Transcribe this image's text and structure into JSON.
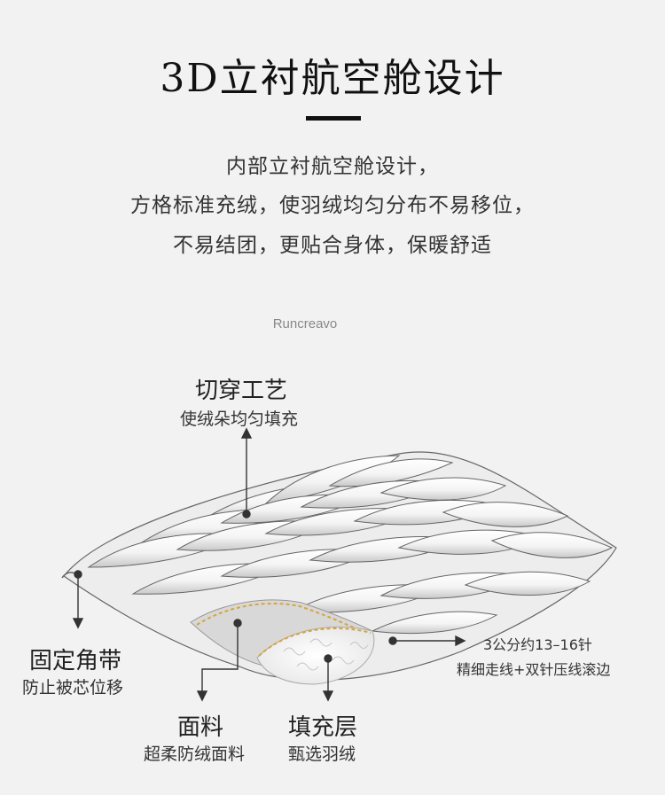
{
  "header": {
    "title": "3D立衬航空舱设计"
  },
  "intro": {
    "lines": [
      "内部立衬航空舱设计，",
      "方格标准充绒，使羽绒均匀分布不易移位，",
      "不易结团，更贴合身体，保暖舒适"
    ]
  },
  "brand": "Runcreavo",
  "callouts": {
    "cutting": {
      "title": "切穿工艺",
      "desc": "使绒朵均匀填充"
    },
    "corner": {
      "title": "固定角带",
      "desc": "防止被芯位移"
    },
    "fabric": {
      "title": "面料",
      "desc": "超柔防绒面料"
    },
    "filling": {
      "title": "填充层",
      "desc": "甄选羽绒"
    },
    "stitch": {
      "spec": "3公分约13–16针",
      "desc": "精细走线+双针压线滚边"
    }
  },
  "colors": {
    "background": "#f2f2f2",
    "text": "#222222",
    "quilt_outline": "#555555",
    "fabric_gold": "#d9a53a"
  }
}
